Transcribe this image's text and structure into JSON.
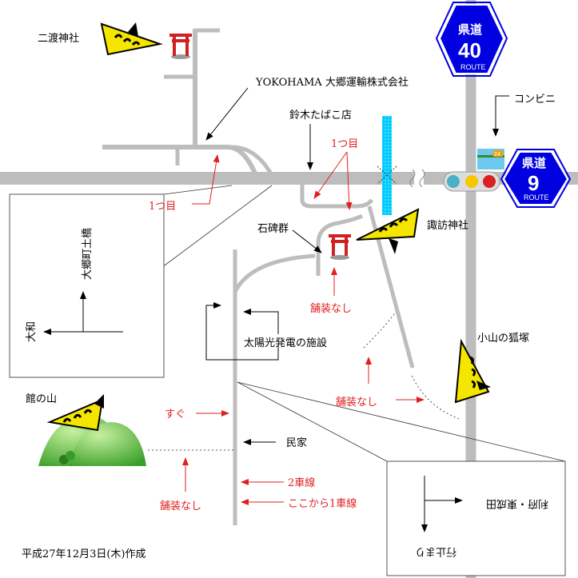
{
  "labels": {
    "futawatari_shrine": "二渡神社",
    "yokohama_company": "YOKOHAMA 大郷運輸株式会社",
    "suzuki_tobacco": "鈴木たばこ店",
    "first_left": "1つ目",
    "first_right": "1つ目",
    "convenience": "コンビニ",
    "suwa_shrine": "諏訪神社",
    "stone_monuments": "石碑群",
    "unpaved_1": "舗装なし",
    "unpaved_2": "舗装なし",
    "unpaved_3": "舗装なし",
    "solar_facility": "太陽光発電の施設",
    "koyama_fox_mound": "小山の狐塚",
    "tate_mountain": "館の山",
    "soon": "すぐ",
    "private_house": "民家",
    "two_lanes": "2車線",
    "one_lane_from_here": "ここから1車線",
    "created_date": "平成27年12月3日(木)作成"
  },
  "inset_left": {
    "north": "大郷町土橋",
    "west": "大和"
  },
  "inset_right": {
    "east": "利府・東成田",
    "dead_end": "行止まり"
  },
  "signs": {
    "route40": {
      "title": "県道",
      "number": "40",
      "route": "ROUTE"
    },
    "route9": {
      "title": "県道",
      "number": "9",
      "route": "ROUTE"
    },
    "convenience_store_badge": "24"
  },
  "colors": {
    "road": "#bdbdbd",
    "sign_blue": "#0000e0",
    "annotation_red": "#e02020",
    "river": "#00ccff",
    "warning_yellow": "#f5e600",
    "mountain_green": "#5cbf3a"
  }
}
